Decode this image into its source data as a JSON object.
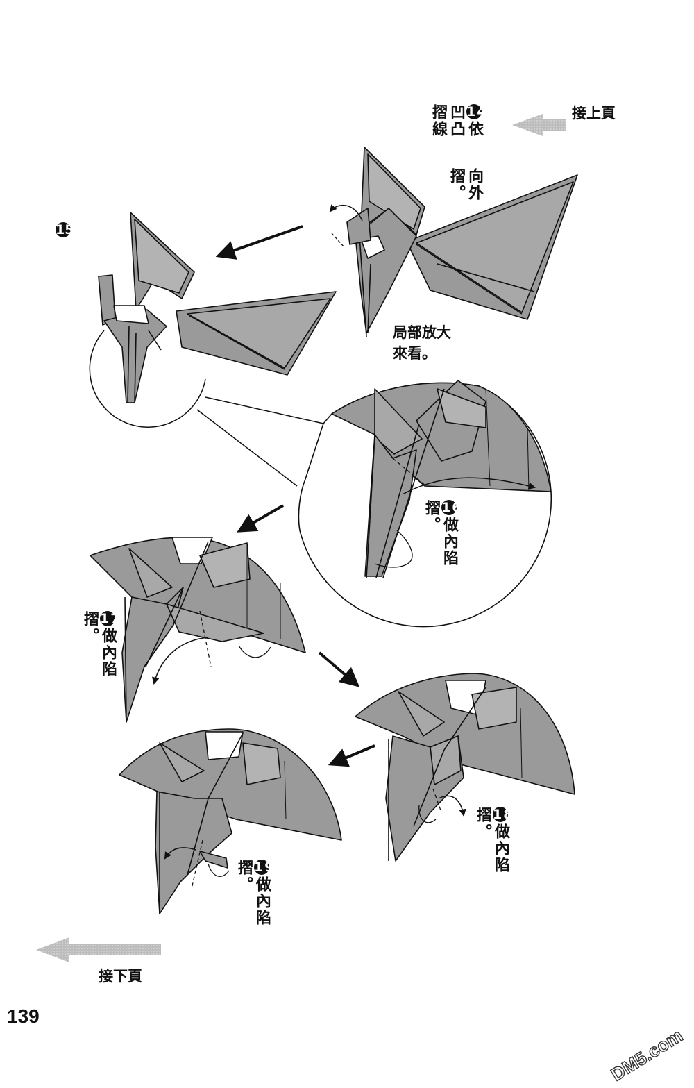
{
  "nav": {
    "prev_label": "接上頁",
    "next_label": "接下頁"
  },
  "steps": {
    "s14": {
      "number": "14",
      "lines": [
        "依凹凸摺線",
        "向外摺。"
      ]
    },
    "s15": {
      "number": "15"
    },
    "zoom_note": {
      "lines": [
        "局部放大",
        "來看。"
      ]
    },
    "s16": {
      "number": "16",
      "text": "做內陷摺。"
    },
    "s17": {
      "number": "17",
      "text": "做內陷摺。"
    },
    "s18": {
      "number": "18",
      "text": "做內陷摺。"
    },
    "s19": {
      "number": "19",
      "text": "做內陷摺。"
    }
  },
  "page_number": "139",
  "watermark": "DM5.com",
  "colors": {
    "paper_fill": "#9a9a9a",
    "paper_light": "#cfcfcf",
    "line": "#111111",
    "nav_arrow": "#c8c8c8"
  }
}
